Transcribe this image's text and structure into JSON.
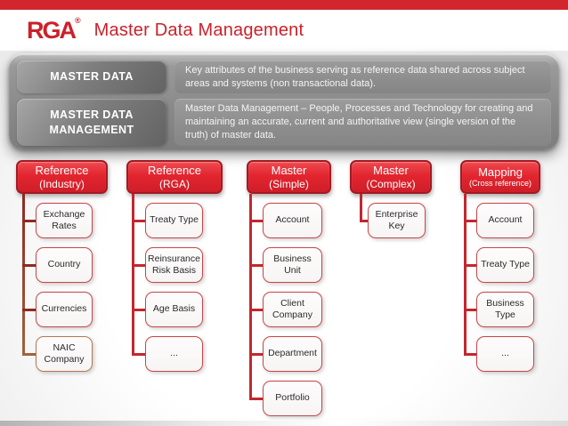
{
  "header": {
    "logo": "RGA",
    "logo_registered": "®",
    "title": "Master Data Management"
  },
  "definitions": [
    {
      "term": "MASTER DATA",
      "description": "Key attributes of the business serving  as reference data shared across subject areas and systems (non transactional data)."
    },
    {
      "term": "MASTER DATA MANAGEMENT",
      "description": "Master Data Management – People, Processes and Technology for creating and maintaining  an accurate, current and authoritative view (single version of the truth) of master data."
    }
  ],
  "columns": [
    {
      "title": "Reference",
      "subtitle": "(Industry)",
      "connector_color": "#8e2a24",
      "connector_color_end": "#a0623c",
      "items": [
        {
          "label": "Exchange Rates"
        },
        {
          "label": "Country"
        },
        {
          "label": "Currencies"
        },
        {
          "label": "NAIC Company",
          "border_color": "#b07a52",
          "connector_color": "#a0623c"
        }
      ]
    },
    {
      "title": "Reference",
      "subtitle": "(RGA)",
      "connector_color": "#c2272e",
      "items": [
        {
          "label": "Treaty Type"
        },
        {
          "label": "Reinsurance Risk Basis"
        },
        {
          "label": "Age Basis"
        },
        {
          "label": "..."
        }
      ]
    },
    {
      "title": "Master",
      "subtitle": "(Simple)",
      "connector_color": "#c2272e",
      "items": [
        {
          "label": "Account"
        },
        {
          "label": "Business Unit"
        },
        {
          "label": "Client Company"
        },
        {
          "label": "Department"
        },
        {
          "label": "Portfolio"
        }
      ]
    },
    {
      "title": "Master",
      "subtitle": "(Complex)",
      "connector_color": "#c2272e",
      "items": [
        {
          "label": "Enterprise Key"
        }
      ]
    },
    {
      "title": "Mapping",
      "subtitle": "(Cross reference)",
      "connector_color": "#c2272e",
      "items": [
        {
          "label": "Account"
        },
        {
          "label": "Treaty Type"
        },
        {
          "label": "Business Type"
        },
        {
          "label": "..."
        }
      ]
    }
  ],
  "colors": {
    "brand_red": "#cb2129",
    "top_bar_red": "#d2252e",
    "header_box_red": "#e2252f",
    "header_box_border": "#a31b23",
    "node_border_red": "#c8454a",
    "panel_gray": "#8a8a8a",
    "tan_accent": "#b07a52"
  }
}
